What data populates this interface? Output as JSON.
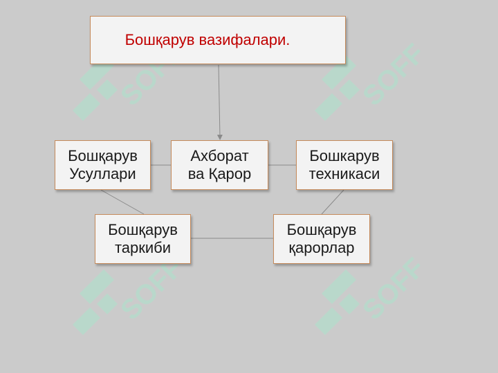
{
  "title": "Бошқарув вазифалари.",
  "nodes": {
    "methods": [
      "Бошқарув",
      "Усуллари"
    ],
    "info": [
      "Ахборат",
      "ва Қарор"
    ],
    "technique": [
      "Бошкарув",
      "техникаси"
    ],
    "structure": [
      "Бошқарув",
      "таркиби"
    ],
    "decisions": [
      "Бошқарув",
      "қарорлар"
    ]
  },
  "watermark": "SOFF",
  "colors": {
    "background": "#cbcbcb",
    "box_fill": "#f3f3f3",
    "box_border": "#c58a5a",
    "title_text": "#c00000",
    "connector": "#8a8a8a",
    "watermark": "#a8e6cc"
  }
}
